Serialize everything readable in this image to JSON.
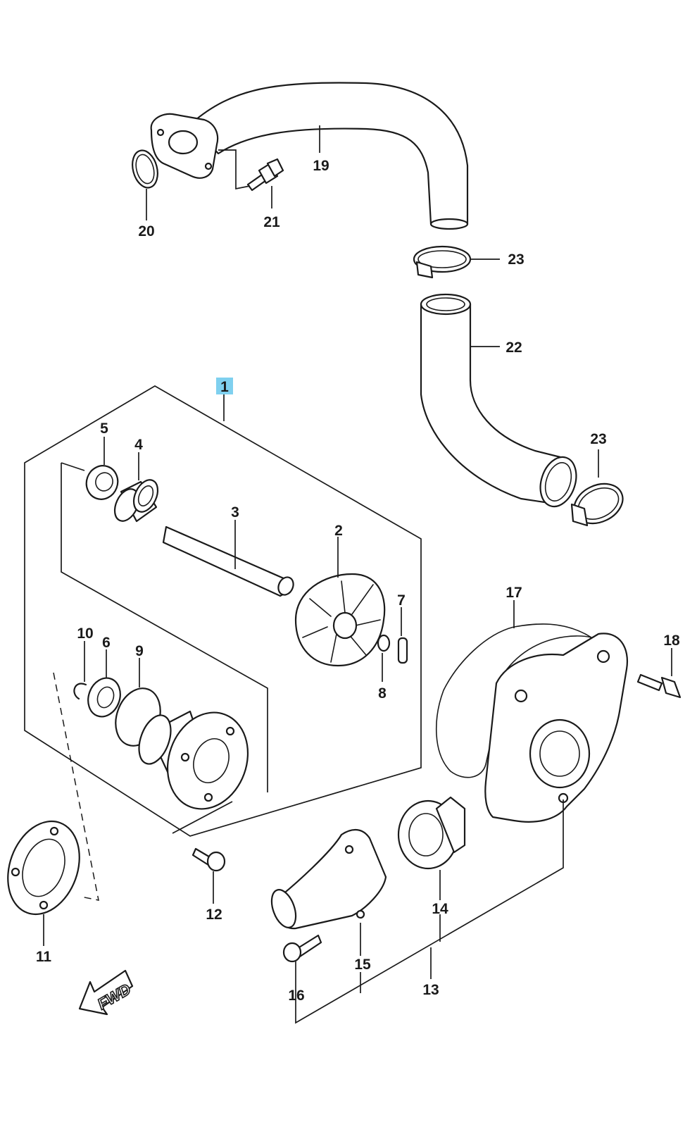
{
  "diagram": {
    "direction_label": "FWD",
    "callouts": {
      "c1": "1",
      "c2": "2",
      "c3": "3",
      "c4": "4",
      "c5": "5",
      "c6": "6",
      "c7": "7",
      "c8": "8",
      "c9": "9",
      "c10": "10",
      "c11": "11",
      "c12": "12",
      "c13": "13",
      "c14": "14",
      "c15": "15",
      "c16": "16",
      "c17": "17",
      "c18": "18",
      "c19": "19",
      "c20": "20",
      "c21": "21",
      "c22": "22",
      "c23a": "23",
      "c23b": "23"
    },
    "highlight_color": "#7fd0ef"
  }
}
